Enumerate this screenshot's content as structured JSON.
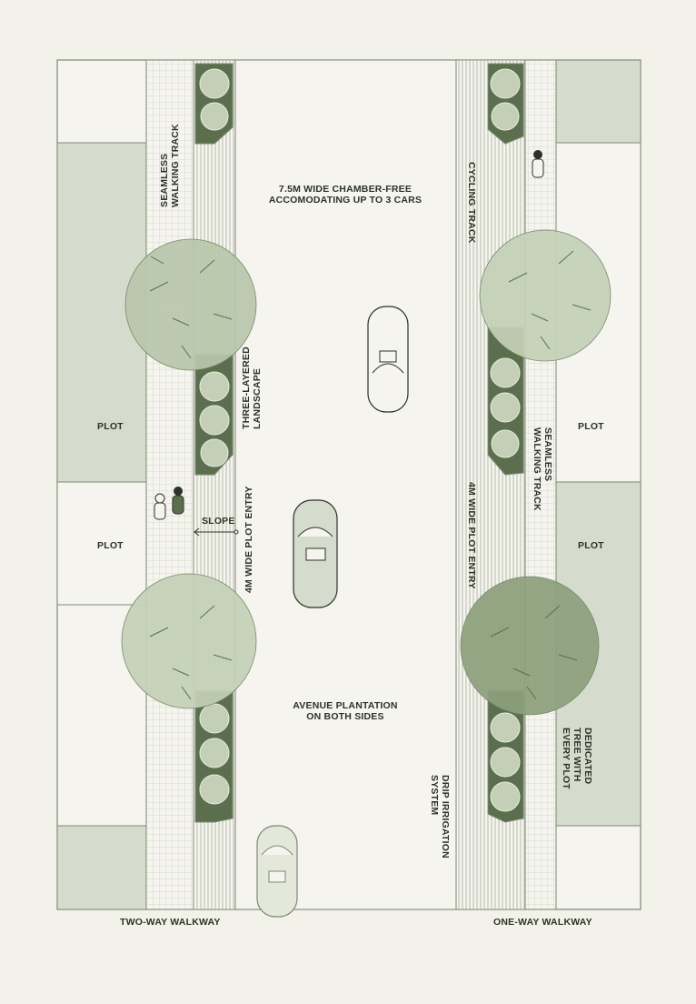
{
  "labels": {
    "walking_track_left": [
      "SEAMLESS",
      "WALKING TRACK"
    ],
    "carriageway": [
      "7.5M WIDE CHAMBER-FREE",
      "ACCOMODATING UP TO 3 CARS"
    ],
    "cycling_track": "CYCLING TRACK",
    "three_layered": [
      "THREE-LAYERED",
      "LANDSCAPE"
    ],
    "plot": "PLOT",
    "slope": "SLOPE",
    "plot_entry_left": "4M WIDE PLOT ENTRY",
    "plot_entry_right": "4M WIDE PLOT ENTRY",
    "walking_track_right": [
      "SEAMLESS",
      "WALKING TRACK"
    ],
    "avenue_plantation": [
      "AVENUE PLANTATION",
      "ON BOTH SIDES"
    ],
    "dedicated_tree": [
      "DEDICATED",
      "TREE WITH",
      "EVERY PLOT"
    ],
    "drip_irrigation": [
      "DRIP IRRIGATION",
      "SYSTEM"
    ],
    "two_way_walkway": "TWO-WAY WALKWAY",
    "one_way_walkway": "ONE-WAY WALKWAY"
  },
  "colors": {
    "background": "#f3f2ea",
    "plot_fill": "#d5dccd",
    "line": "#5f6e55",
    "tree_light": "#b9c7ac",
    "tree_dark": "#8da07d",
    "planter_dark": "#5b6f4e"
  }
}
